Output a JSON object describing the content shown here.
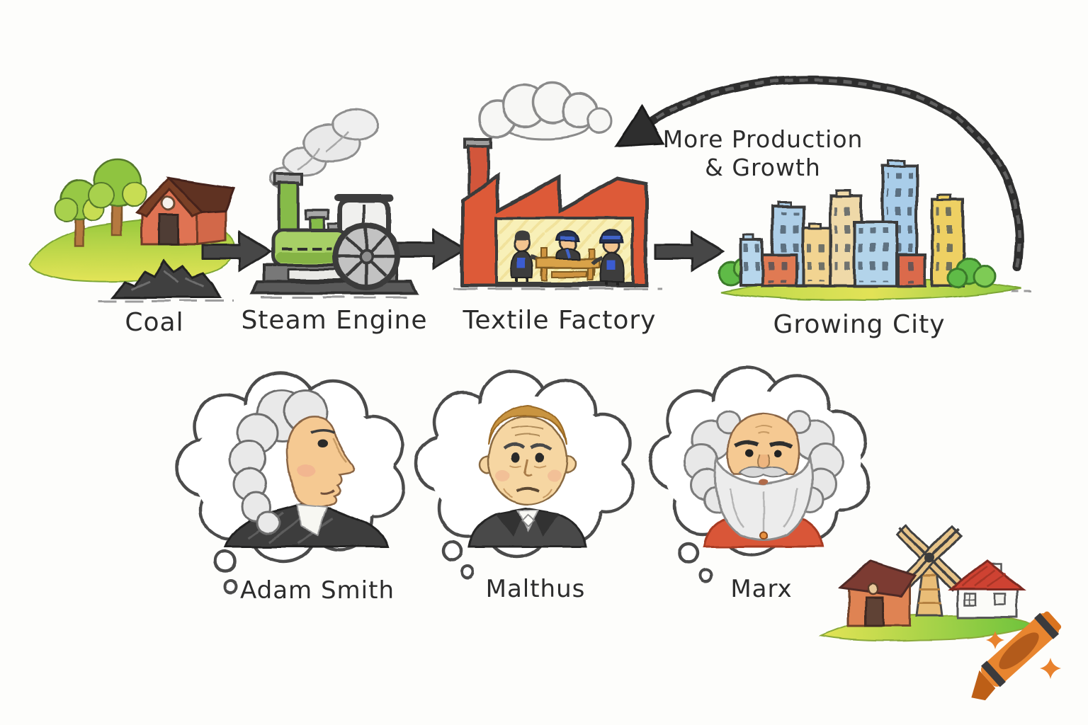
{
  "scene": {
    "description": "Hand-drawn crayon style diagram of the Industrial Revolution feedback loop",
    "flow": {
      "stages": [
        {
          "id": "coal",
          "label": "Coal"
        },
        {
          "id": "steam-engine",
          "label": "Steam Engine"
        },
        {
          "id": "textile-factory",
          "label": "Textile Factory"
        },
        {
          "id": "growing-city",
          "label": "Growing City"
        }
      ],
      "feedback_label": {
        "line1": "More Production",
        "line2": "& Growth"
      }
    },
    "thinkers": [
      {
        "id": "adam-smith",
        "label": "Adam Smith"
      },
      {
        "id": "malthus",
        "label": "Malthus"
      },
      {
        "id": "marx",
        "label": "Marx"
      }
    ],
    "colors": {
      "ink": "#3a3a3a",
      "barn_red": "#df7352",
      "engine_green": "#a7cf66",
      "factory_red": "#dd5a38",
      "interior_yellow": "#f8f0b8",
      "city_blue": "#aecfe8",
      "city_tan": "#efd9a8",
      "city_yellow": "#eed064",
      "city_red": "#db6b4b",
      "grass_green": "#a8d34a",
      "coal_black": "#3f3f3f",
      "marx_coat_red": "#d95738",
      "crayon_orange": "#e8852f"
    },
    "logo": {
      "name": "crayon-logo-with-sparkles"
    }
  }
}
